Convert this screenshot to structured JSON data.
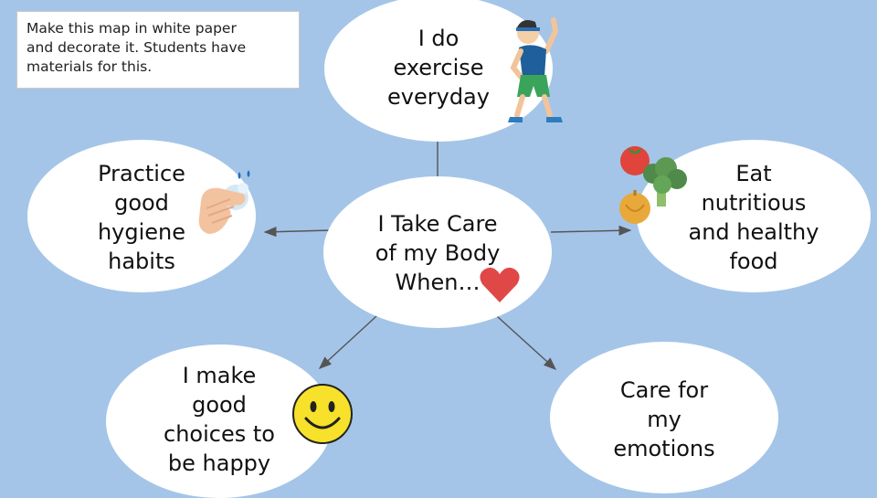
{
  "note": "Make this map in white paper\nand decorate it. Students have\nmaterials for this.",
  "center": "I Take Care\nof my Body\nWhen…",
  "nodes": {
    "exercise": "I do\nexercise\neveryday",
    "hygiene": "Practice\ngood\nhygiene\nhabits",
    "food": "Eat\nnutritious\nand healthy\nfood",
    "choices": "I make\ngood\nchoices to\nbe happy",
    "emotions": "Care for\nmy\nemotions"
  },
  "icons": {
    "exercise": "exercising-boy-icon",
    "hygiene": "washing-hands-icon",
    "food": "vegetables-icon",
    "choices": "smiley-face-icon",
    "center": "heart-icon"
  },
  "colors": {
    "background": "#a4c5e8",
    "node": "#ffffff",
    "arrow": "#555555",
    "heart": "#e04848",
    "smiley": "#f7e12a"
  }
}
